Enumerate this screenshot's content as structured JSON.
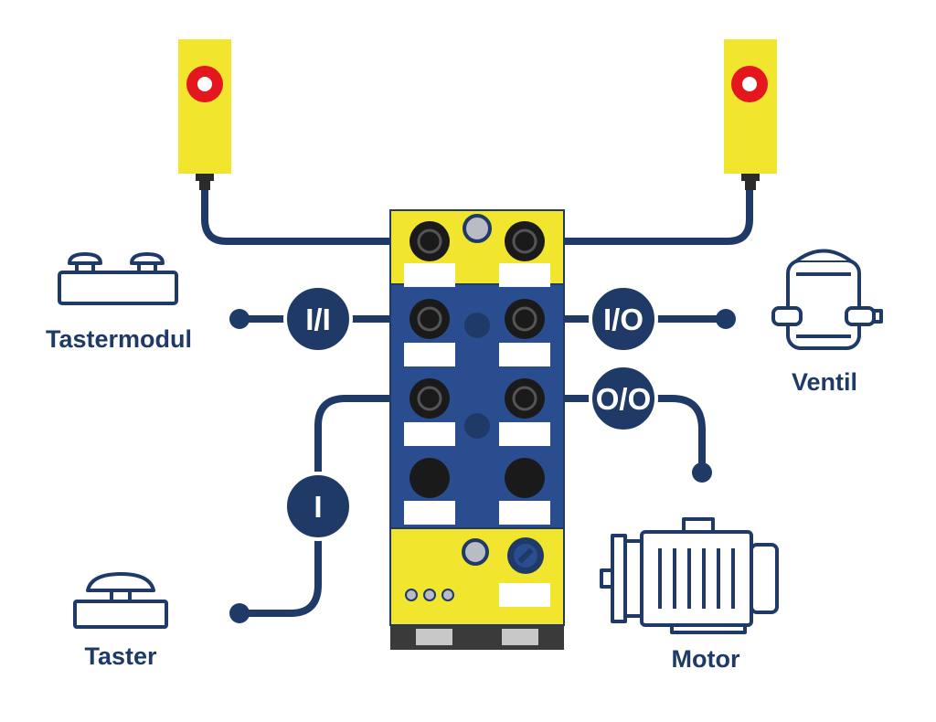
{
  "labels": {
    "tastermodul": "Tastermodul",
    "ventil": "Ventil",
    "motor": "Motor",
    "taster": "Taster"
  },
  "badges": {
    "ii": "I/I",
    "io": "I/O",
    "oo": "O/O",
    "i": "I"
  },
  "colors": {
    "navy": "#1f3a66",
    "blue": "#2a4d8f",
    "yellow": "#f2e52e",
    "red": "#e3171d",
    "dark": "#2b2b2b",
    "white": "#ffffff"
  }
}
